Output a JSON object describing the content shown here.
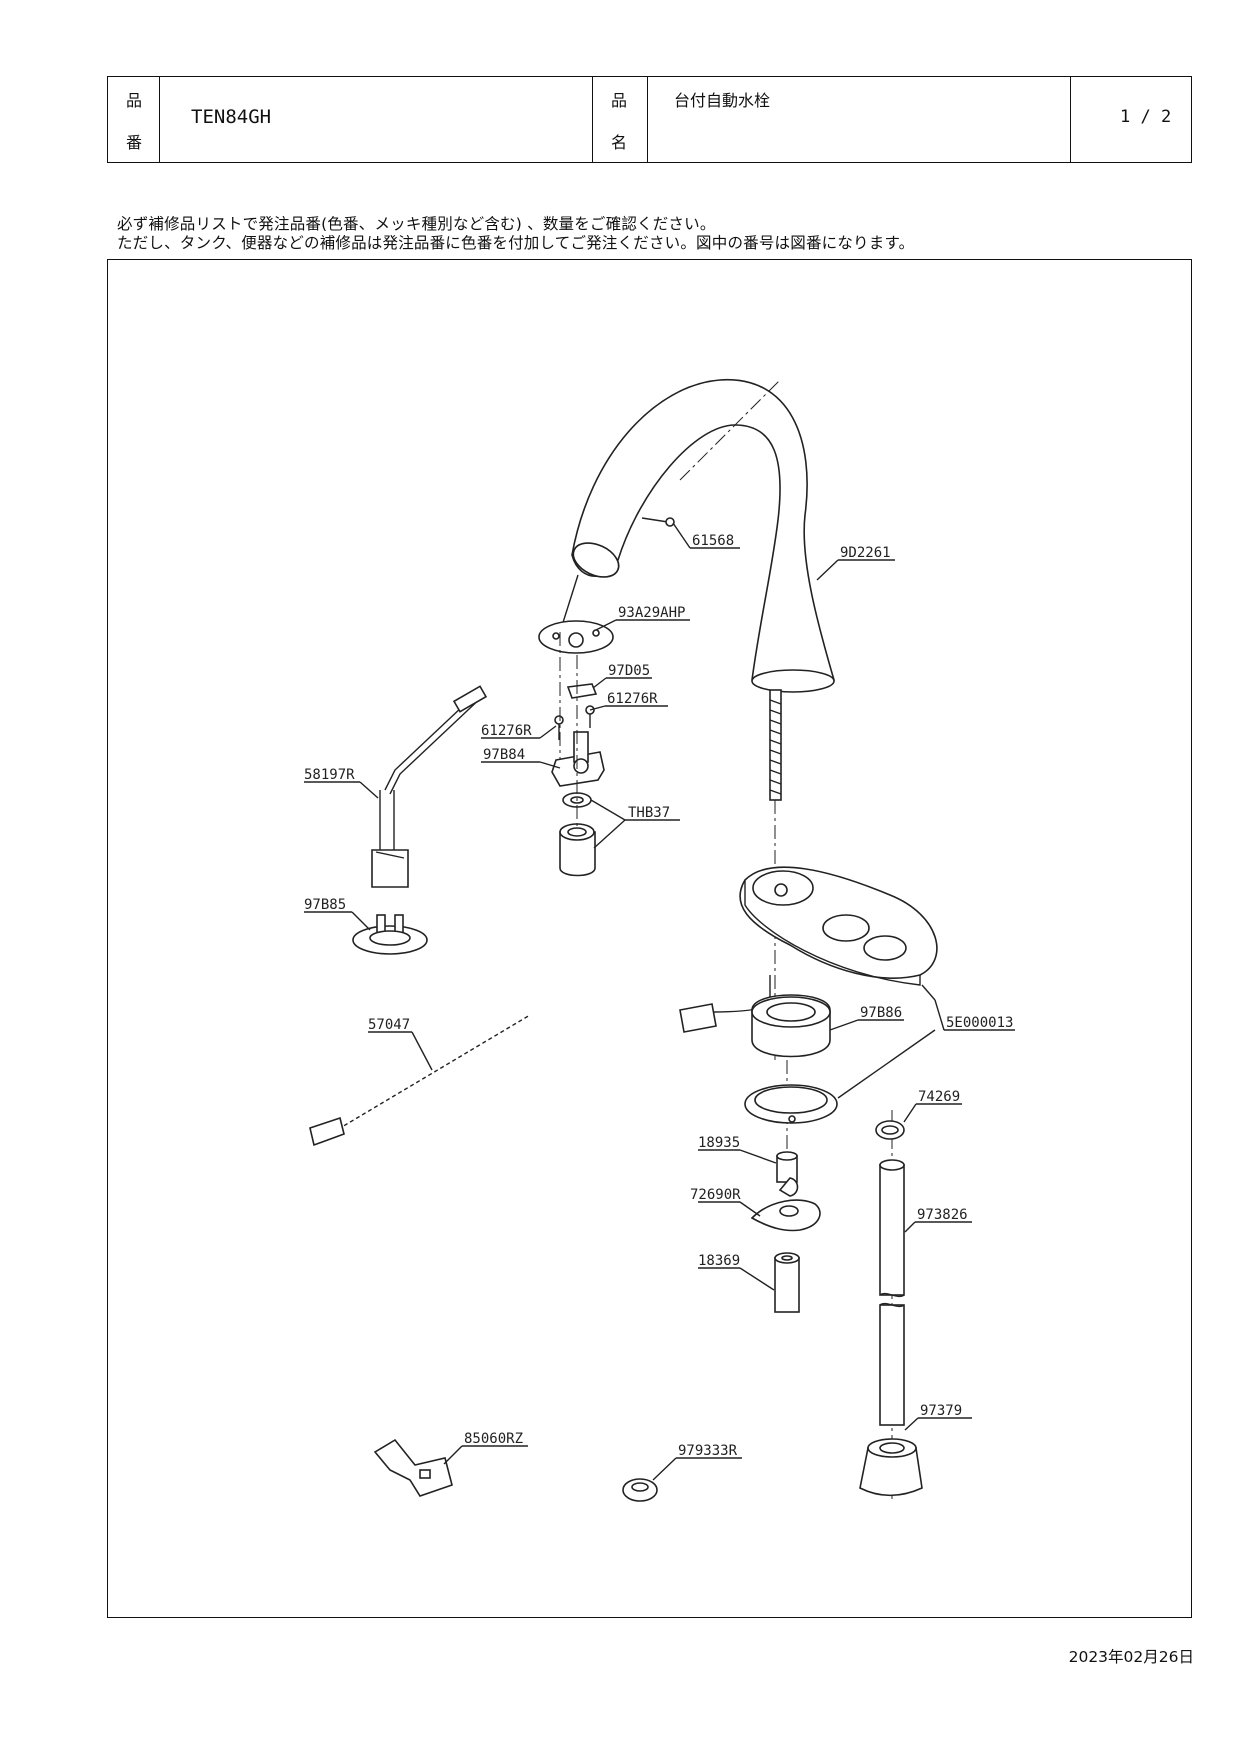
{
  "header": {
    "code_label_1": "品",
    "code_label_2": "番",
    "part_number": "TEN84GH",
    "name_label_1": "品",
    "name_label_2": "名",
    "product_name": "台付自動水栓",
    "page": "1 / 2"
  },
  "notes": {
    "line1": "必ず補修品リストで発注品番(色番、メッキ種別など含む) 、数量をご確認ください。",
    "line2": "ただし、タンク、便器などの補修品は発注品番に色番を付加してご発注ください。図中の番号は図番になります。"
  },
  "parts": {
    "p61568": "61568",
    "p9D2261": "9D2261",
    "p93A29AHP": "93A29AHP",
    "p97D05": "97D05",
    "p61276R_a": "61276R",
    "p61276R_b": "61276R",
    "p97B84": "97B84",
    "p58197R": "58197R",
    "pTHB37": "THB37",
    "p97B85": "97B85",
    "p57047": "57047",
    "p97B86": "97B86",
    "p5E000013": "5E000013",
    "p74269": "74269",
    "p18935": "18935",
    "p72690R": "72690R",
    "p973826": "973826",
    "p18369": "18369",
    "p85060RZ": "85060RZ",
    "p979333R": "979333R",
    "p97379": "97379"
  },
  "footer": {
    "date": "2023年02月26日"
  }
}
